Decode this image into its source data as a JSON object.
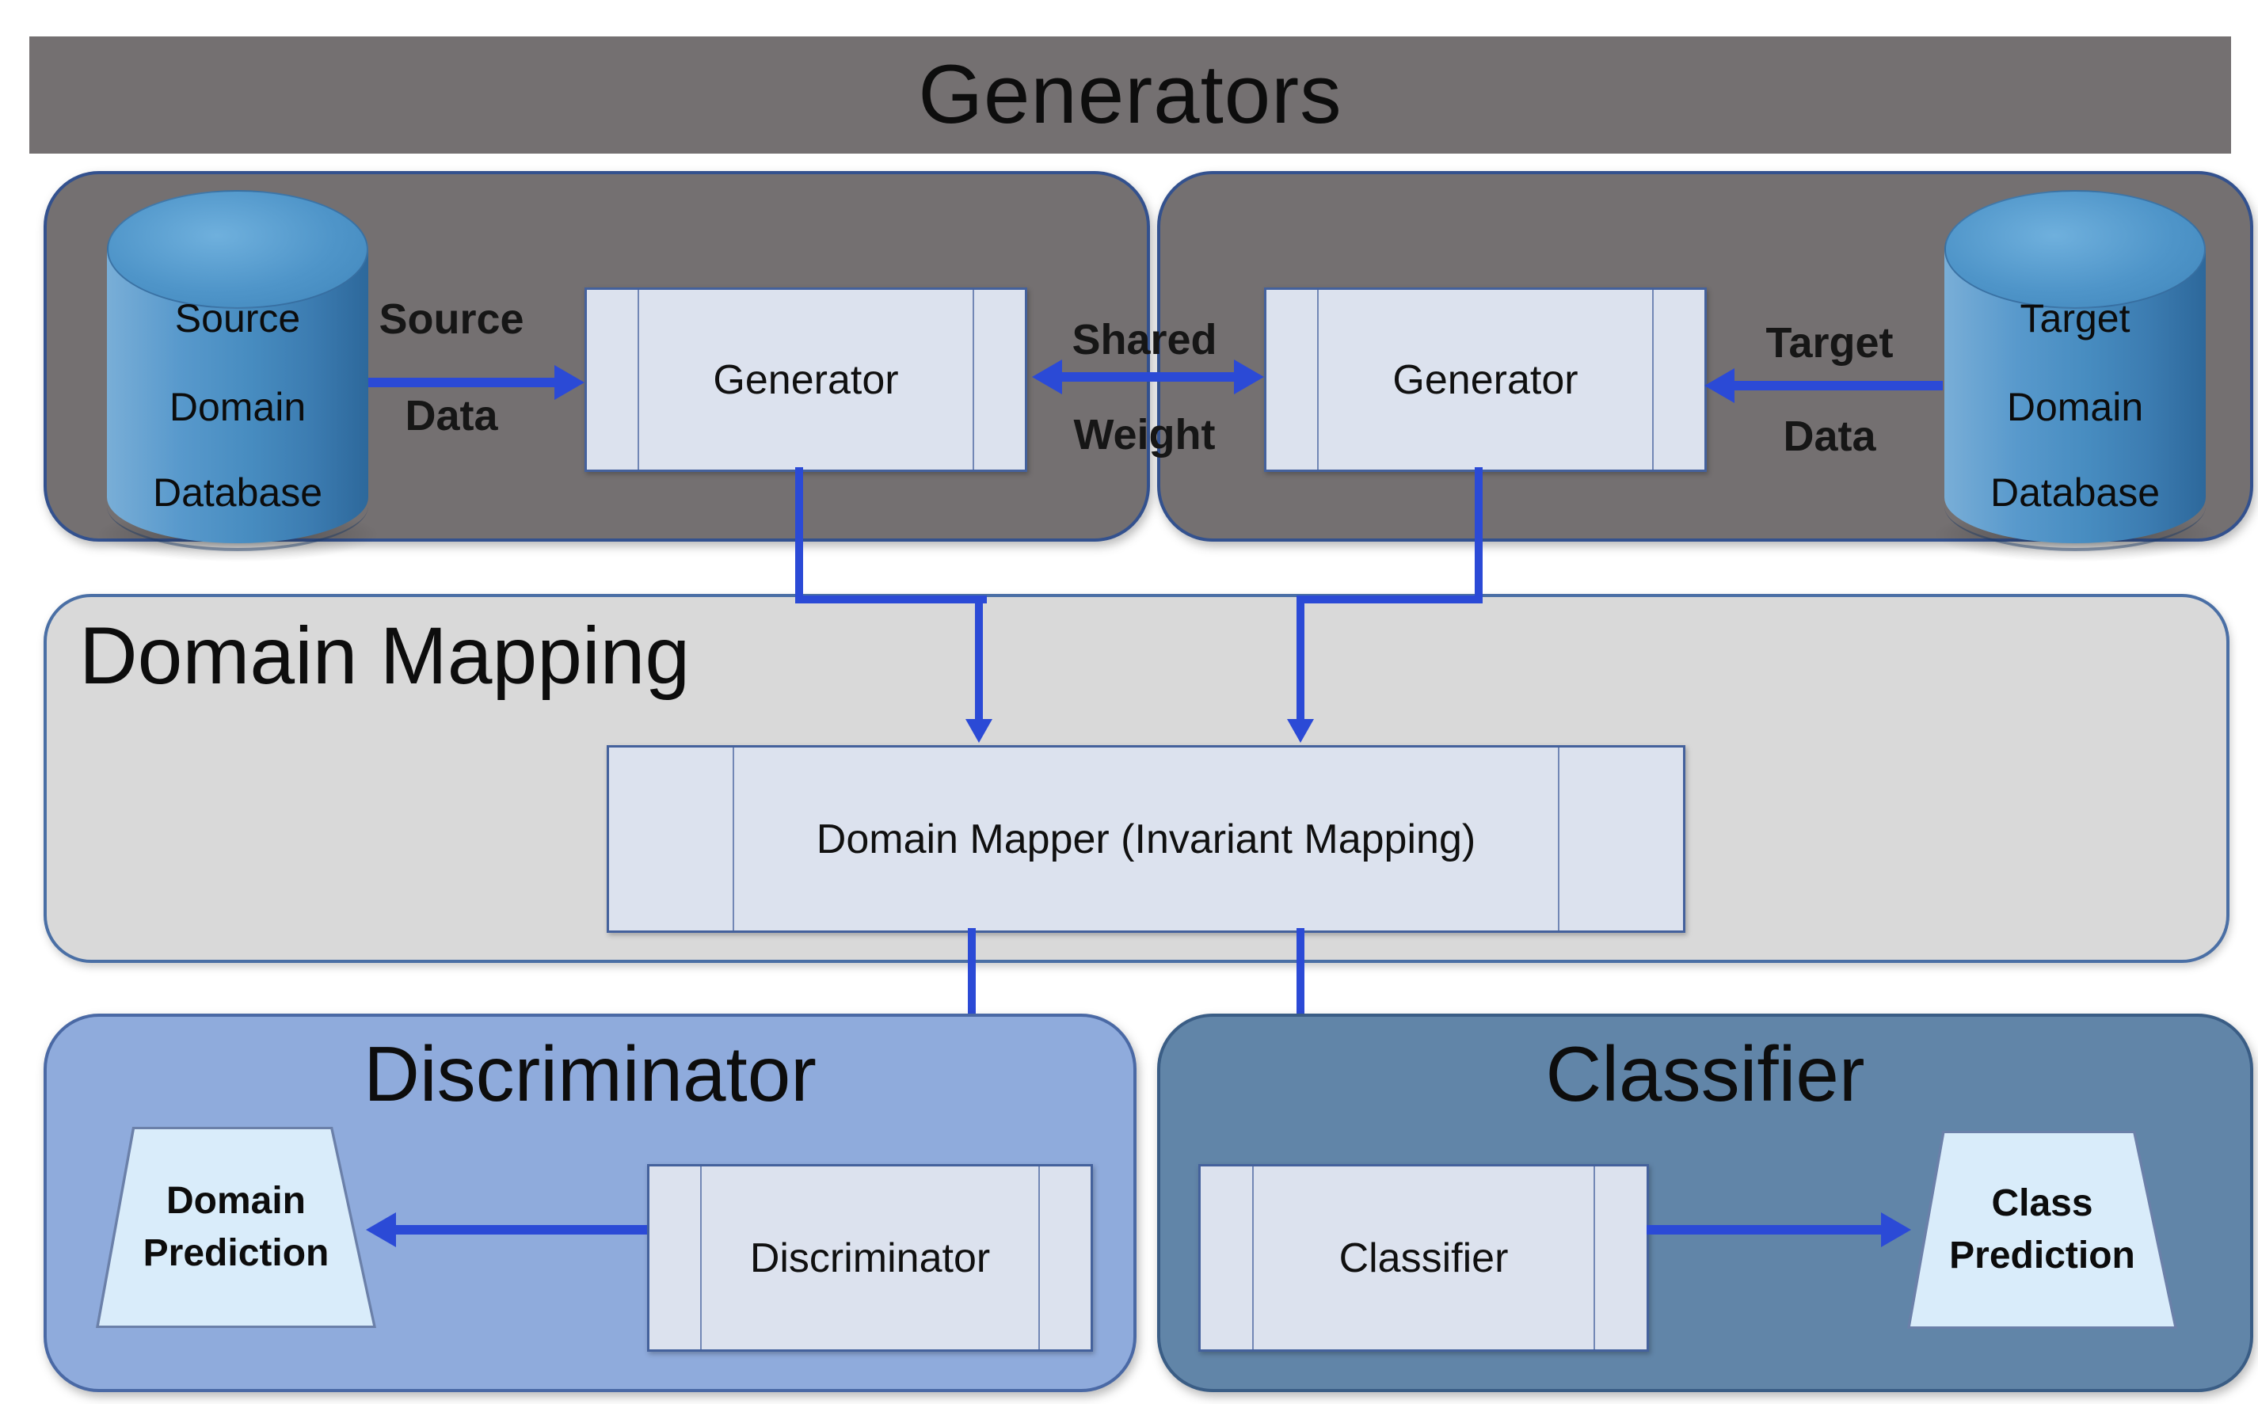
{
  "colors": {
    "banner_bg": "#747071",
    "generators_panel_bg": "#747071",
    "panel_border_blue": "#33518e",
    "mapping_bg": "#d9d9d9",
    "mapping_border": "#4a6fa5",
    "discriminator_bg": "#8fabdc",
    "discriminator_border": "#4a69a5",
    "classifier_bg": "#6185a8",
    "classifier_border": "#3a5d85",
    "process_box_fill": "#dce2ee",
    "process_box_border": "#44619c",
    "arrow_blue": "#2b4ad6",
    "trapezoid_fill": "#d9ecfa",
    "trapezoid_border": "#6b80a9",
    "title_text": "#0d0d0d"
  },
  "generators": {
    "title": "Generators",
    "source_database": {
      "lines": [
        "Source",
        "Domain",
        "Database"
      ]
    },
    "target_database": {
      "lines": [
        "Target",
        "Domain",
        "Database"
      ]
    },
    "left_generator_label": "Generator",
    "right_generator_label": "Generator",
    "source_data_label": {
      "line1": "Source",
      "line2": "Data"
    },
    "shared_weight_label": {
      "line1": "Shared",
      "line2": "Weight"
    },
    "target_data_label": {
      "line1": "Target",
      "line2": "Data"
    }
  },
  "domain_mapping": {
    "title": "Domain Mapping",
    "mapper_label": "Domain Mapper (Invariant Mapping)"
  },
  "discriminator": {
    "title": "Discriminator",
    "box_label": "Discriminator",
    "prediction": {
      "line1": "Domain",
      "line2": "Prediction"
    }
  },
  "classifier": {
    "title": "Classifier",
    "box_label": "Classifier",
    "prediction": {
      "line1": "Class",
      "line2": "Prediction"
    }
  }
}
